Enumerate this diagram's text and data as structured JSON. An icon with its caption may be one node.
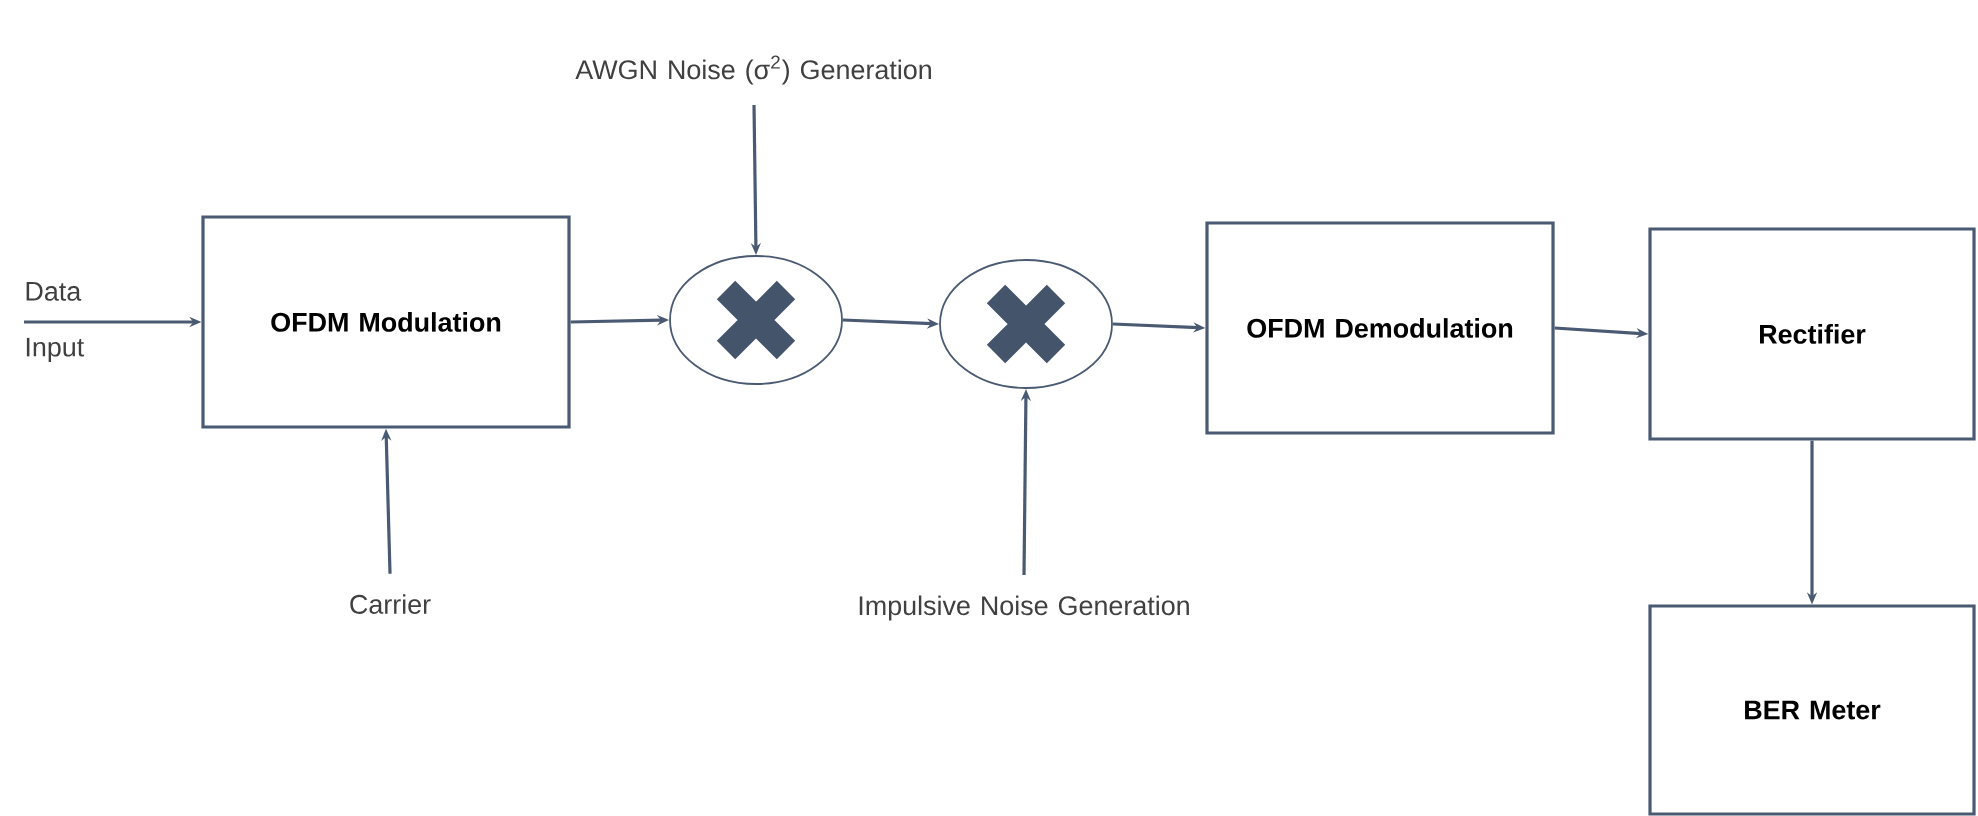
{
  "diagram": {
    "nodes": [
      {
        "text": [
          "Data Input"
        ]
      },
      {
        "text": [
          "OFDM Modulation"
        ]
      },
      {
        "text": [
          "Carrier"
        ]
      },
      {
        "text": [
          "AWGN Noise (σ$^{2}$) Generation"
        ]
      },
      {
        "text": [],
        "shape": "circle"
      },
      {
        "text": [],
        "shape": "circle"
      },
      {
        "text": [
          "Impulsive Noise Generation"
        ]
      },
      {
        "text": [
          "OFDM Demodulation"
        ]
      },
      {
        "text": [
          "Rectifier"
        ]
      },
      {
        "text": [
          "BER Meter"
        ]
      }
    ],
    "edges": [
      {
        "from": 0,
        "to": 1,
        "arrow": "to"
      },
      {
        "from": 2,
        "to": 1,
        "arrow": "to"
      },
      {
        "from": 1,
        "to": 4,
        "arrow": "to"
      },
      {
        "from": 3,
        "to": 4,
        "arrow": "to"
      },
      {
        "from": 4,
        "to": 5,
        "arrow": "to"
      },
      {
        "from": 6,
        "to": 5,
        "arrow": "to"
      },
      {
        "from": 5,
        "to": 7,
        "arrow": "to"
      },
      {
        "from": 7,
        "to": 8,
        "arrow": "to"
      },
      {
        "from": 8,
        "to": 9,
        "arrow": "to"
      }
    ]
  }
}
